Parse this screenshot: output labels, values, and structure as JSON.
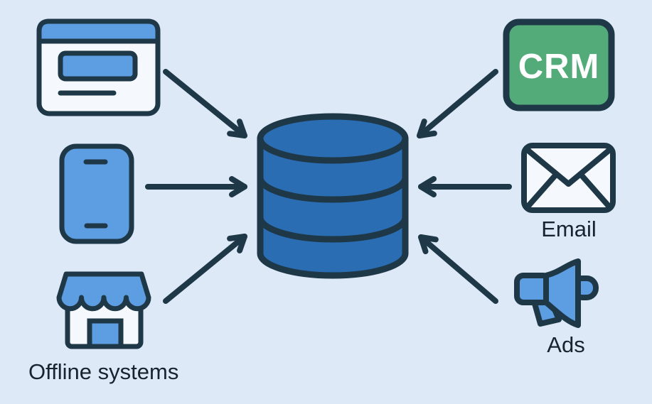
{
  "diagram": {
    "description": "Data sources feeding a central database",
    "center_node": {
      "id": "database",
      "icon": "database-icon"
    },
    "edges": [
      {
        "from": "website",
        "to": "database"
      },
      {
        "from": "mobile-app",
        "to": "database"
      },
      {
        "from": "offline-systems",
        "to": "database"
      },
      {
        "from": "crm",
        "to": "database"
      },
      {
        "from": "email",
        "to": "database"
      },
      {
        "from": "ads",
        "to": "database"
      }
    ]
  },
  "nodes": {
    "website": {
      "icon": "browser-window-icon",
      "label": ""
    },
    "mobile": {
      "icon": "smartphone-icon",
      "label": ""
    },
    "offline": {
      "icon": "storefront-icon",
      "label": "Offline systems"
    },
    "crm": {
      "icon": "crm-badge",
      "label": "CRM"
    },
    "email": {
      "icon": "envelope-icon",
      "label": "Email"
    },
    "ads": {
      "icon": "megaphone-icon",
      "label": "Ads"
    }
  },
  "colors": {
    "bg": "#dde9f7",
    "ink": "#1e3848",
    "text": "#16242f",
    "blue": "#2b6db3",
    "lightblue": "#5d9de2",
    "green": "#54ab7a",
    "white": "#f5f8fc",
    "crmtext": "#ffffff"
  }
}
